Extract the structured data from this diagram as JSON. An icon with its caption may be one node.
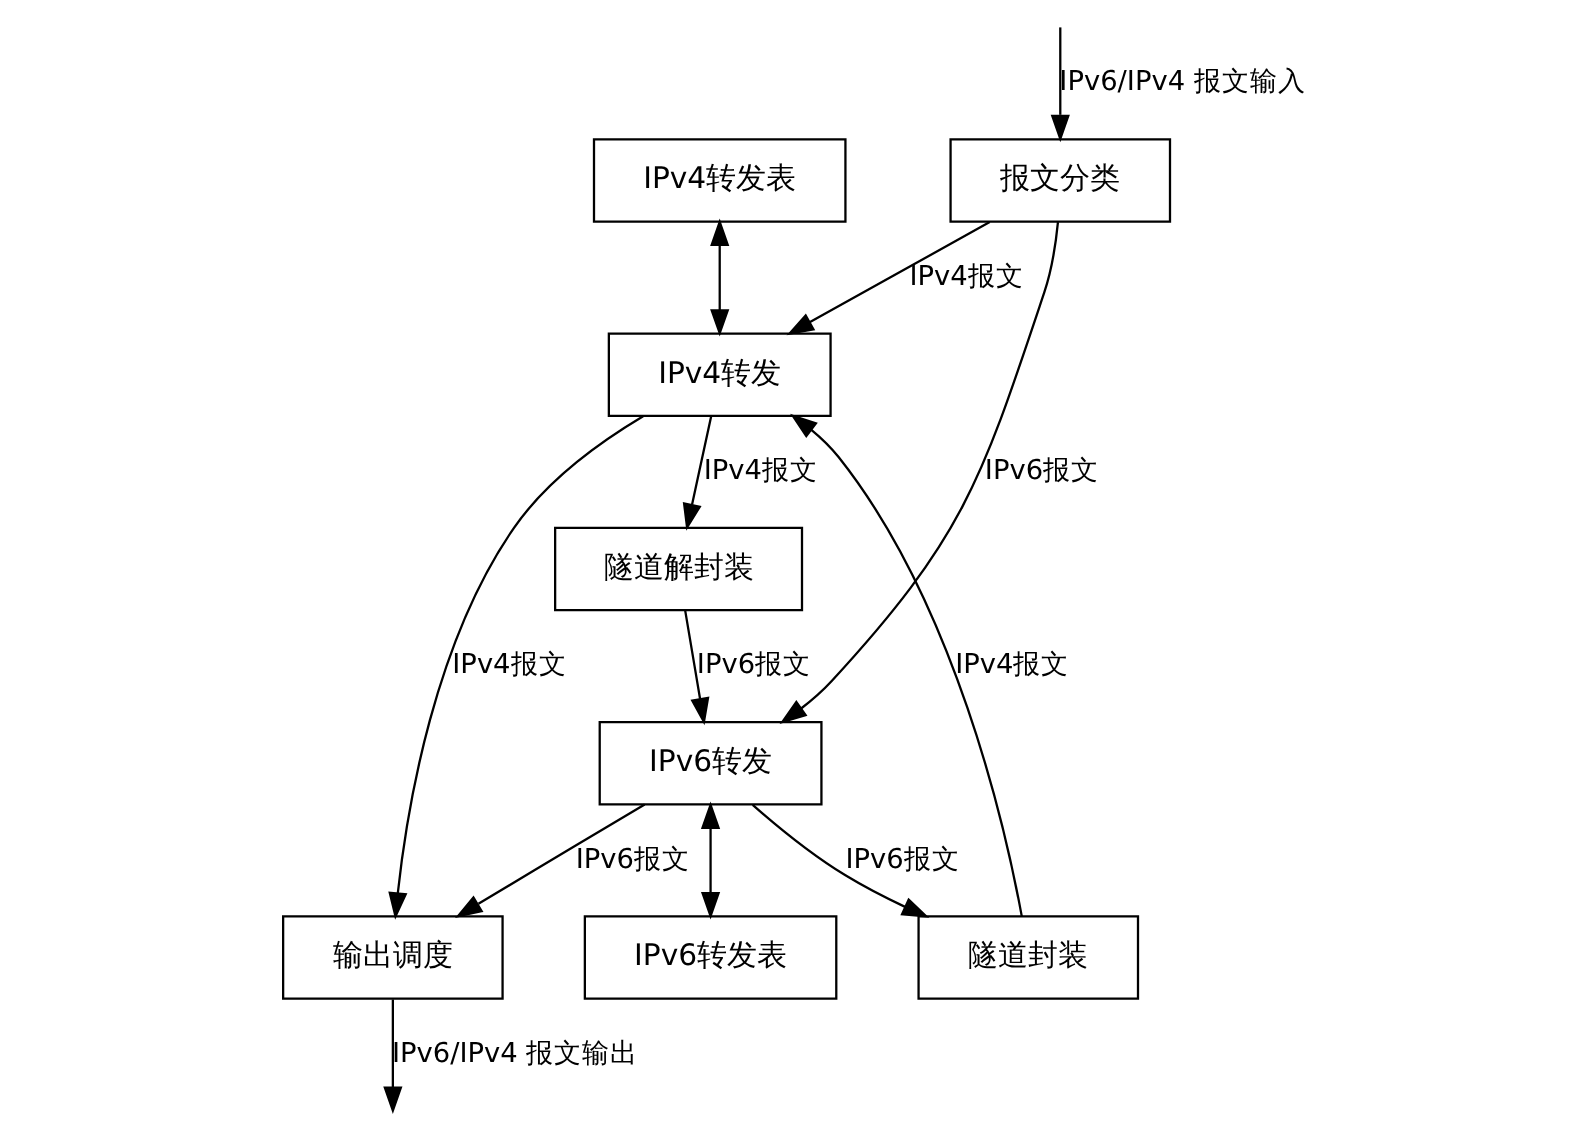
{
  "diagram": {
    "nodes": [
      {
        "text": [
          "IPv4转发表"
        ]
      },
      {
        "text": [
          "IPv4转发"
        ]
      },
      {
        "text": [
          "隧道解封装"
        ]
      },
      {
        "text": [
          "隧道封装"
        ]
      },
      {
        "text": [
          "报文分类"
        ]
      },
      {
        "text": [
          "输出调度"
        ]
      },
      {
        "text": [
          "IPv6转发"
        ]
      },
      {
        "text": [
          "IPv6转发表"
        ]
      }
    ],
    "edges": [
      {
        "from": null,
        "to": 4,
        "arrow": "to",
        "label": "IPv6/IPv4 报文输入"
      },
      {
        "from": 4,
        "to": 1,
        "arrow": "to",
        "label": "IPv4报文"
      },
      {
        "from": 4,
        "to": 6,
        "arrow": "to",
        "label": "IPv6报文"
      },
      {
        "from": 0,
        "to": 1,
        "arrow": "both"
      },
      {
        "from": 1,
        "to": 2,
        "arrow": "to",
        "label": "IPv4报文"
      },
      {
        "from": 2,
        "to": 6,
        "arrow": "to",
        "label": "IPv6报文"
      },
      {
        "from": 6,
        "to": 3,
        "arrow": "to",
        "label": "IPv6报文"
      },
      {
        "from": 3,
        "to": 1,
        "arrow": "to",
        "label": "IPv4报文"
      },
      {
        "from": 1,
        "to": 5,
        "arrow": "to",
        "label": "IPv4报文"
      },
      {
        "from": 6,
        "to": 5,
        "arrow": "to",
        "label": "IPv6报文"
      },
      {
        "from": 6,
        "to": 7,
        "arrow": "both"
      },
      {
        "from": 5,
        "to": null,
        "arrow": "to",
        "label": "IPv6/IPv4 报文输出"
      }
    ]
  }
}
